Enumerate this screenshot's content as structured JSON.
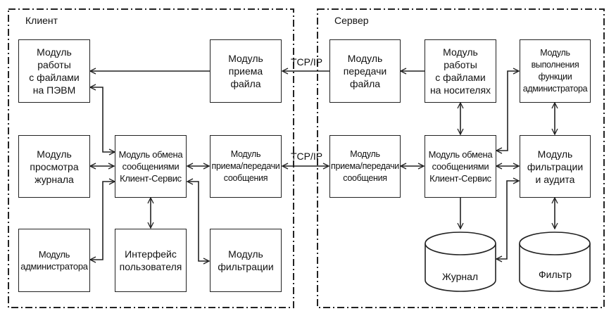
{
  "frames": {
    "client": {
      "label": "Клиент"
    },
    "server": {
      "label": "Сервер"
    }
  },
  "client_modules": {
    "file_pc": "Модуль\nработы\nс файлами\nна ПЭВМ",
    "file_receive": "Модуль\nприема\nфайла",
    "journal_view": "Модуль\nпросмотра\nжурнала",
    "exchange": "Модуль обмена\nсообщениями\nКлиент-Сервис",
    "msg_txrx": "Модуль\nприема/передачи\nсообщения",
    "admin": "Модуль\nадминистратора",
    "ui": "Интерфейс\nпользователя",
    "filter": "Модуль\nфильтрации"
  },
  "server_modules": {
    "file_send": "Модуль\nпередачи\nфайла",
    "file_media": "Модуль\nработы\nс файлами\nна носителях",
    "admin_exec": "Модуль\nвыполнения\nфункции\nадминистратора",
    "msg_txrx": "Модуль\nприема/передачи\nсообщения",
    "exchange": "Модуль обмена\nсообщениями\nКлиент-Сервис",
    "filter_audit": "Модуль\nфильтрации\nи аудита"
  },
  "storages": {
    "journal": "Журнал",
    "filter": "Фильтр"
  },
  "links": {
    "file_channel": "TCP/IP",
    "msg_channel": "TCP/IP"
  }
}
